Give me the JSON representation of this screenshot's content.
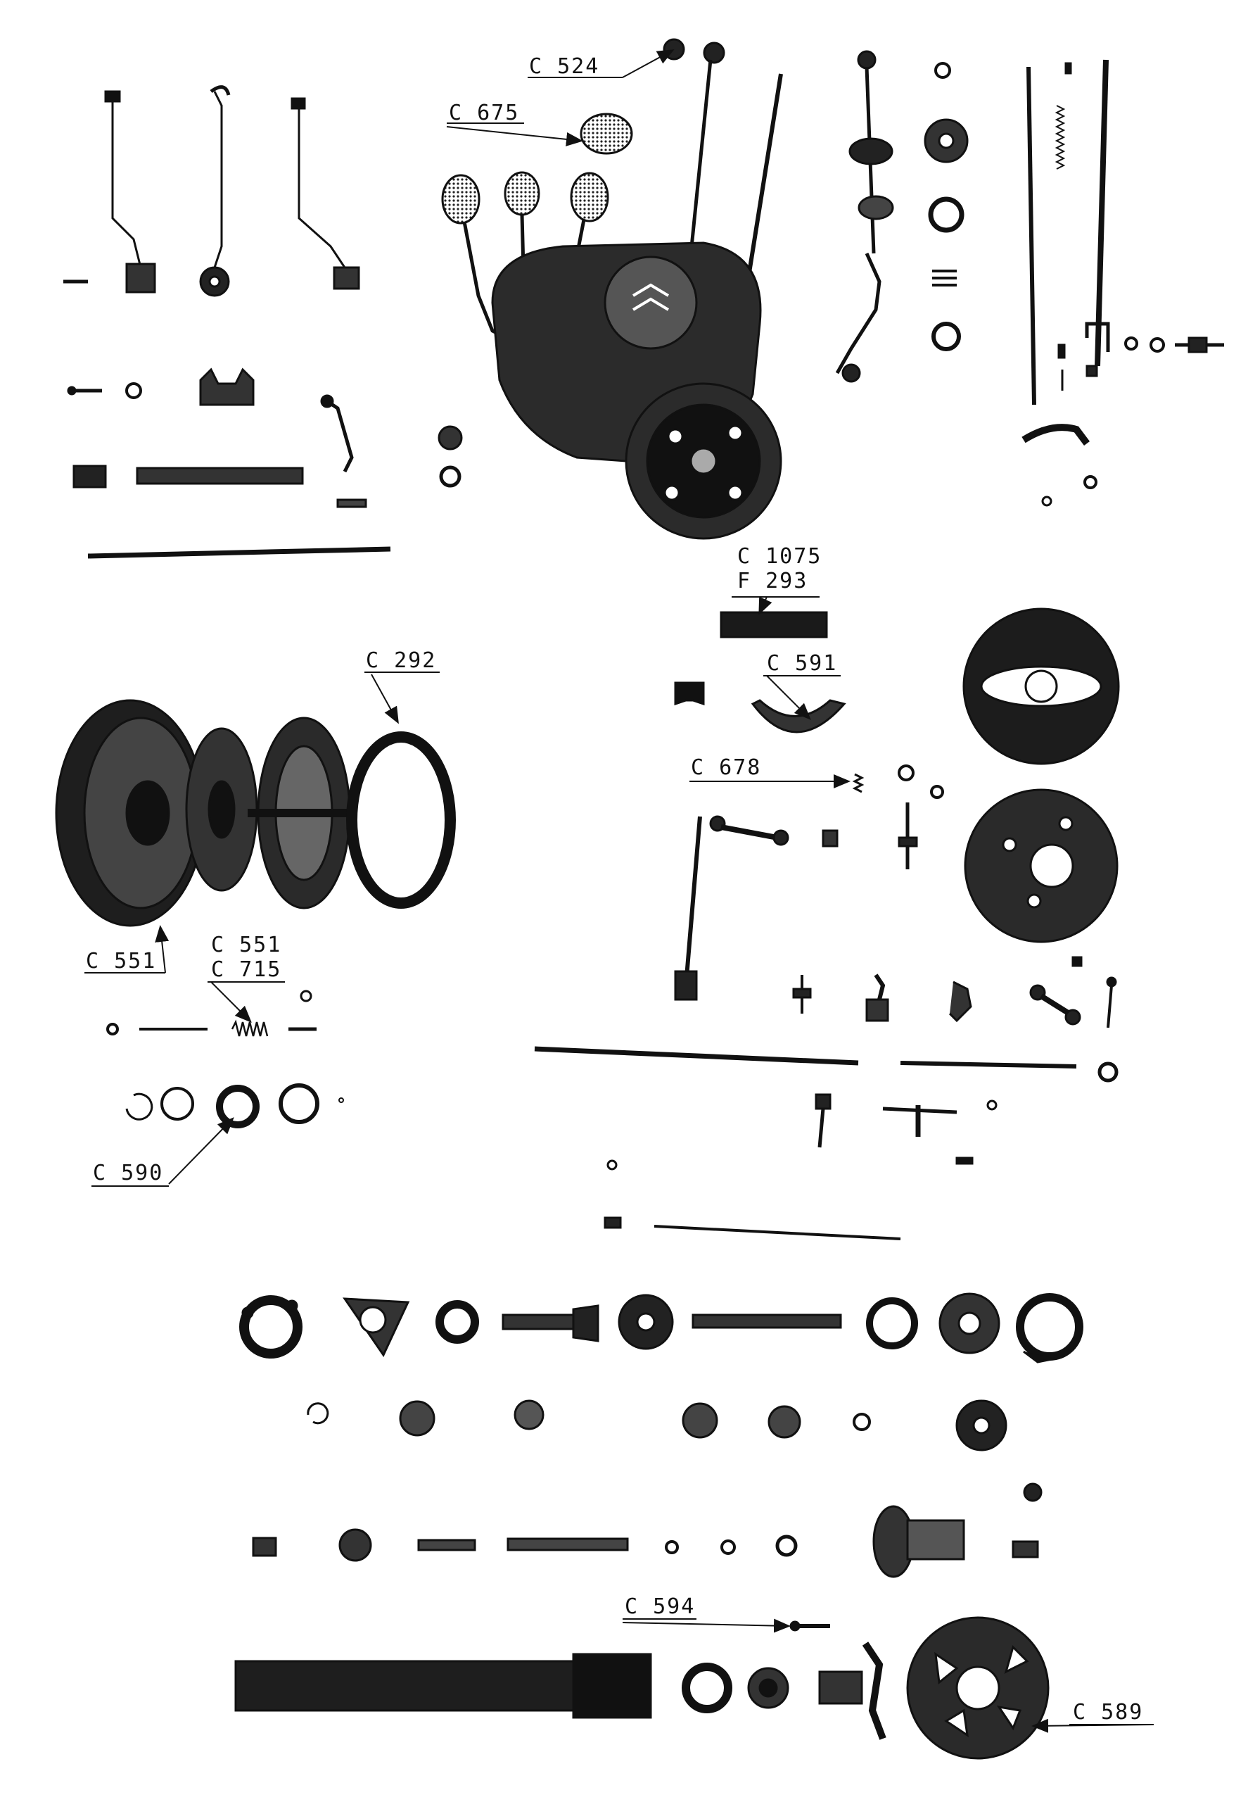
{
  "page": {
    "kind": "exploded-parts-plate",
    "ink_color": "#111111",
    "paper_color": "#ffffff"
  },
  "callouts": {
    "c524": "C 524",
    "c675": "C 675",
    "c1075": "C 1075",
    "f293": "F 293",
    "c591": "C 591",
    "c292": "C 292",
    "c678": "C 678",
    "c551_left": "C 551",
    "c551_top": "C 551",
    "c715": "C 715",
    "c590": "C 590",
    "c594": "C 594",
    "c589": "C 589"
  }
}
